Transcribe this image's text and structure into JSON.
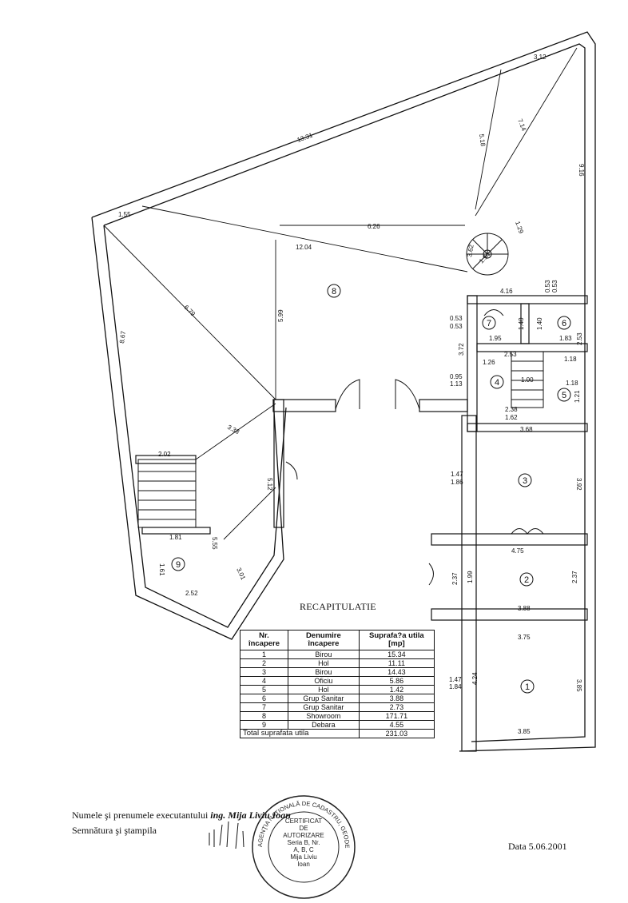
{
  "plan": {
    "dimensions": [
      "3.12",
      "13.31",
      "9.16",
      "7.14",
      "5.18",
      "1.55",
      "6.26",
      "12.04",
      "1.29",
      "3.62",
      "1.54",
      "6.79",
      "8.67",
      "5.99",
      "4.16",
      "0.53",
      "0.53",
      "0.53",
      "0.53",
      "1.40",
      "1.40",
      "1.95",
      "1.83",
      "2.53",
      "3.72",
      "1.26",
      "1.00",
      "1.18",
      "1.18",
      "0.95",
      "1.13",
      "1.21",
      "2.38",
      "1.62",
      "2.53",
      "3.68",
      "3.38",
      "2.02",
      "5.12",
      "1.47",
      "1.86",
      "3.92",
      "5.55",
      "1.81",
      "1.61",
      "3.01",
      "2.52",
      "4.75",
      "2.37",
      "1.99",
      "2.37",
      "3.88",
      "3.75",
      "1.47",
      "1.84",
      "4.24",
      "3.85",
      "3.85"
    ],
    "room_numbers": [
      "8",
      "7",
      "6",
      "4",
      "5",
      "3",
      "2",
      "1",
      "9"
    ]
  },
  "recap": {
    "title": "RECAPITULATIE",
    "headers": [
      "Nr. încapere",
      "Denumire încapere",
      "Suprafa?a utila [mp]"
    ],
    "rows": [
      {
        "nr": "1",
        "name": "Birou",
        "area": "15.34"
      },
      {
        "nr": "2",
        "name": "Hol",
        "area": "11.11"
      },
      {
        "nr": "3",
        "name": "Birou",
        "area": "14.43"
      },
      {
        "nr": "4",
        "name": "Oficiu",
        "area": "5.86"
      },
      {
        "nr": "5",
        "name": "Hol",
        "area": "1.42"
      },
      {
        "nr": "6",
        "name": "Grup Sanitar",
        "area": "3.88"
      },
      {
        "nr": "7",
        "name": "Grup Sanitar",
        "area": "2.73"
      },
      {
        "nr": "8",
        "name": "Showroom",
        "area": "171.71"
      },
      {
        "nr": "9",
        "name": "Debara",
        "area": "4.55"
      }
    ],
    "total_label": "Total suprafata utila",
    "total_value": "231.03"
  },
  "footer": {
    "executant_label": "Numele şi prenumele executantului",
    "executant_name": "ing. Mija Liviu Ioan",
    "signature_label": "Semnătura şi ştampila",
    "date_label": "Data",
    "date_value": "5.06.2001"
  },
  "stamp": {
    "ring_text": "AGENŢIA NAŢIONALĂ DE CADASTRU, GEODEZIE ŞI CARTOGRAFIE",
    "center_lines": [
      "CERTIFICAT",
      "DE",
      "AUTORIZARE",
      "Seria B, Nr.",
      "A, B, C",
      "Mija Liviu",
      "Ioan"
    ]
  }
}
